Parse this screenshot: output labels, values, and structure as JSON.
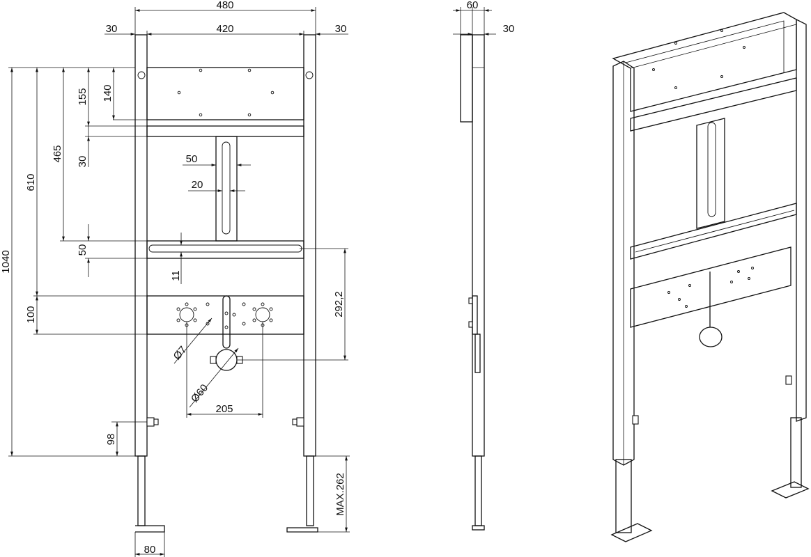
{
  "front_view": {
    "dims": {
      "overall_width": "480",
      "inner_width": "420",
      "left_post": "30",
      "right_post": "30",
      "top_plate": "155",
      "top_plate_inner": "140",
      "upper_depth": "465",
      "lower_depth": "610",
      "total_height": "1040",
      "rail_gap": "30",
      "slot_width": "50",
      "slot_inner": "20",
      "rail_height": "50",
      "rail_offset": "11",
      "bottom_plate": "100",
      "pipe_height": "292,2",
      "hole_diameter": "Ø7",
      "pipe_diameter": "Ø60",
      "hole_spacing": "205",
      "bolt_height": "98",
      "leg_extension": "MAX.262",
      "foot_width": "80"
    }
  },
  "side_view": {
    "dims": {
      "depth": "60",
      "post": "30"
    }
  },
  "iso_view": {}
}
